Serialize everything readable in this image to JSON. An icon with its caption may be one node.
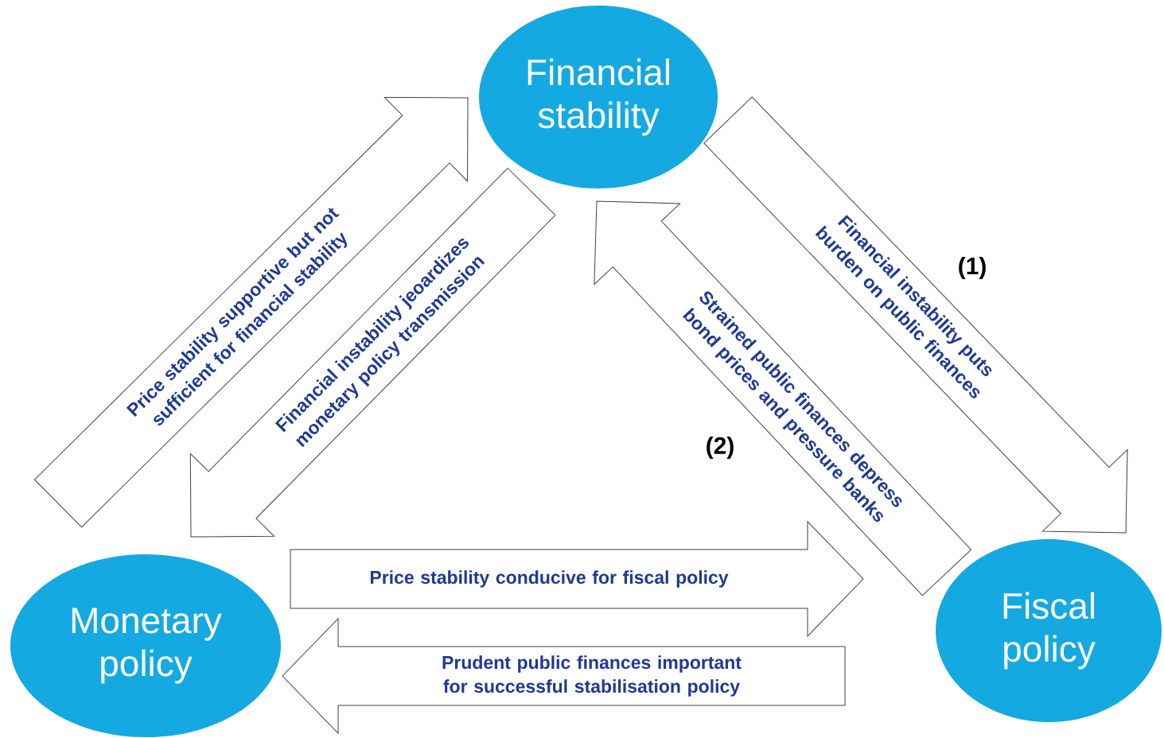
{
  "diagram": {
    "nodes": [
      {
        "text": [
          "Financial stability"
        ]
      },
      {
        "text": [
          "Monetary policy"
        ]
      },
      {
        "text": [
          "Fiscal policy"
        ]
      }
    ],
    "edges": [
      {
        "from": 1,
        "to": 0,
        "arrow": "to",
        "label": "Price stability supportive but not sufficient for financial stability"
      },
      {
        "from": 0,
        "to": 1,
        "arrow": "to",
        "label": "Financial instability jeoardizes monetary policy transmission"
      },
      {
        "from": 0,
        "to": 2,
        "arrow": "to",
        "label": "Financial instability puts burden on public finances"
      },
      {
        "from": 2,
        "to": 0,
        "arrow": "to",
        "label": "Strained public finances depress bond prices and pressure banks"
      },
      {
        "from": 1,
        "to": 2,
        "arrow": "to",
        "label": "Price stability conducive for fiscal policy"
      },
      {
        "from": 2,
        "to": 1,
        "arrow": "to",
        "label": "Prudent public finances important for successful stabilisation policy"
      }
    ],
    "labels": [
      "(1)",
      "(2)"
    ]
  }
}
